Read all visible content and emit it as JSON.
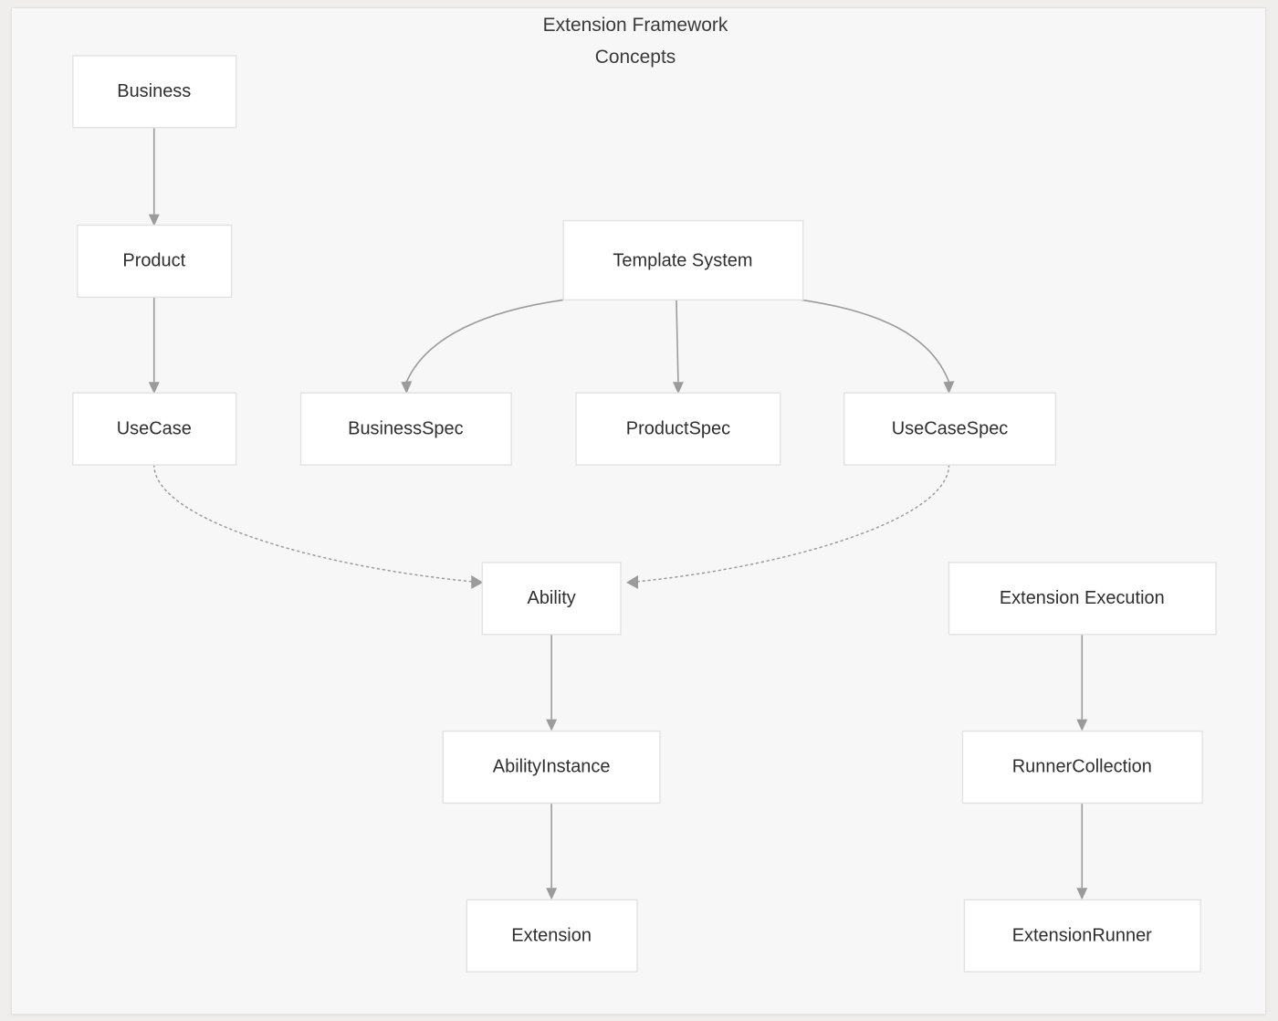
{
  "diagram": {
    "type": "flowchart",
    "title_lines": [
      "Extension Framework",
      "Concepts"
    ],
    "colors": {
      "page_background": "#f0eeec",
      "canvas_background": "#f7f7f7",
      "panel_border": "#e3e3e3",
      "node_fill": "#ffffff",
      "node_border": "#e2e2e2",
      "node_text": "#2f2f2f",
      "edge": "#9b9b9b",
      "title_text": "#3a3a3a"
    },
    "nodes": [
      {
        "id": "business",
        "label": "Business"
      },
      {
        "id": "product",
        "label": "Product"
      },
      {
        "id": "usecase",
        "label": "UseCase"
      },
      {
        "id": "template-system",
        "label": "Template System"
      },
      {
        "id": "business-spec",
        "label": "BusinessSpec"
      },
      {
        "id": "product-spec",
        "label": "ProductSpec"
      },
      {
        "id": "usecase-spec",
        "label": "UseCaseSpec"
      },
      {
        "id": "ability",
        "label": "Ability"
      },
      {
        "id": "ability-instance",
        "label": "AbilityInstance"
      },
      {
        "id": "extension",
        "label": "Extension"
      },
      {
        "id": "extension-execution",
        "label": "Extension Execution"
      },
      {
        "id": "runner-collection",
        "label": "RunnerCollection"
      },
      {
        "id": "extension-runner",
        "label": "ExtensionRunner"
      }
    ],
    "edges": [
      {
        "from": "business",
        "to": "product",
        "style": "solid",
        "shape": "straight"
      },
      {
        "from": "product",
        "to": "usecase",
        "style": "solid",
        "shape": "straight"
      },
      {
        "from": "template-system",
        "to": "business-spec",
        "style": "solid",
        "shape": "curve"
      },
      {
        "from": "template-system",
        "to": "product-spec",
        "style": "solid",
        "shape": "straight"
      },
      {
        "from": "template-system",
        "to": "usecase-spec",
        "style": "solid",
        "shape": "curve"
      },
      {
        "from": "usecase",
        "to": "ability",
        "style": "dotted",
        "shape": "curve"
      },
      {
        "from": "usecase-spec",
        "to": "ability",
        "style": "dotted",
        "shape": "curve"
      },
      {
        "from": "ability",
        "to": "ability-instance",
        "style": "solid",
        "shape": "straight"
      },
      {
        "from": "ability-instance",
        "to": "extension",
        "style": "solid",
        "shape": "straight"
      },
      {
        "from": "extension-execution",
        "to": "runner-collection",
        "style": "solid",
        "shape": "straight"
      },
      {
        "from": "runner-collection",
        "to": "extension-runner",
        "style": "solid",
        "shape": "straight"
      }
    ]
  }
}
